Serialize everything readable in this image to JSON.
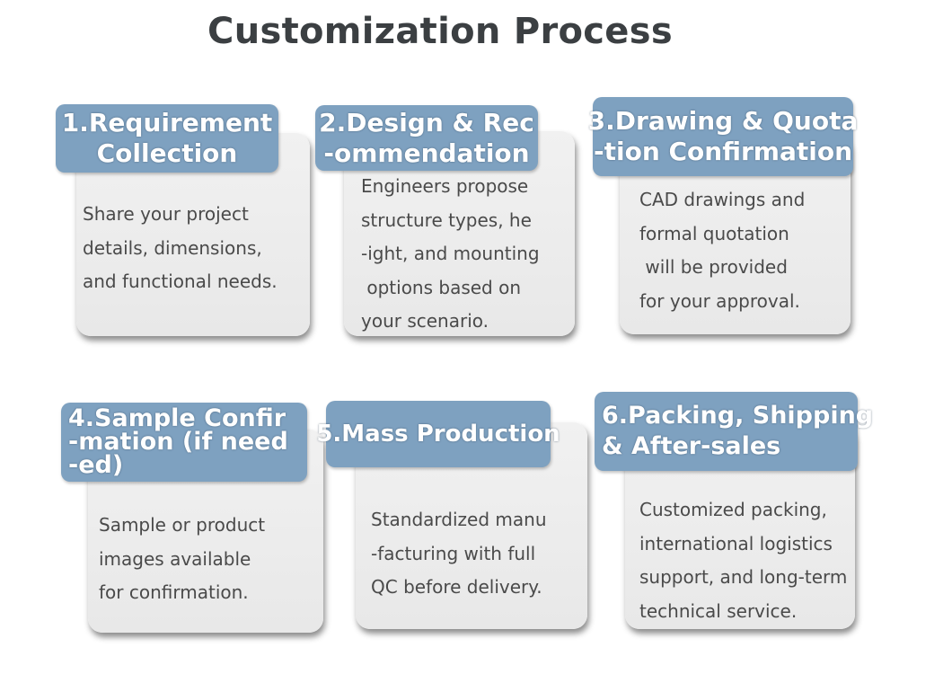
{
  "title": "Customization Process",
  "steps": [
    {
      "heading": "1.Requirement\nCollection",
      "text": "Share your project\ndetails, dimensions,\nand functional needs."
    },
    {
      "heading": "2.Design & Rec\n-ommendation",
      "text": "Engineers propose\nstructure types, he\n-ight, and mounting\n options based on\nyour scenario."
    },
    {
      "heading": "3.Drawing & Quota\n-tion Confirmation",
      "text": "CAD drawings and\nformal quotation\n will be provided\nfor your approval."
    },
    {
      "heading": "4.Sample Confir\n-mation (if need\n-ed)",
      "text": "Sample or product\nimages available\nfor confirmation."
    },
    {
      "heading": "5.Mass Production",
      "text": "Standardized manu\n-facturing with full\nQC before delivery."
    },
    {
      "heading": "6.Packing, Shipping\n& After-sales",
      "text": "Customized packing,\ninternational logistics\nsupport, and long-term\ntechnical service."
    }
  ]
}
